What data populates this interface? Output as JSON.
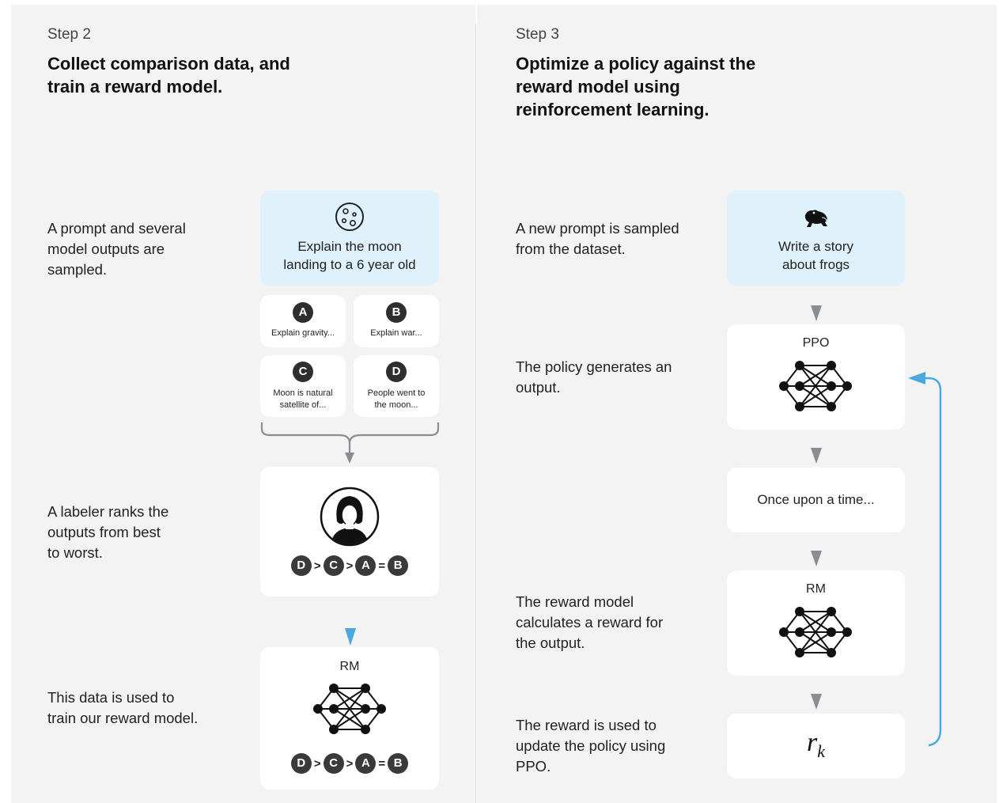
{
  "step2": {
    "label": "Step 2",
    "title_line1": "Collect comparison data, and",
    "title_line2": "train a reward model.",
    "desc1": [
      "A prompt and several",
      "model outputs are",
      "sampled."
    ],
    "desc2": [
      "A labeler ranks the",
      "outputs from best",
      "to worst."
    ],
    "desc3": [
      "This data is used to",
      "train our reward model."
    ],
    "prompt_line1": "Explain the moon",
    "prompt_line2": "landing to a 6 year old",
    "outputs": [
      {
        "letter": "A",
        "text1": "Explain gravity...",
        "text2": ""
      },
      {
        "letter": "B",
        "text1": "Explain war...",
        "text2": ""
      },
      {
        "letter": "C",
        "text1": "Moon is natural",
        "text2": "satellite of..."
      },
      {
        "letter": "D",
        "text1": "People went to",
        "text2": "the moon..."
      }
    ],
    "ranking": [
      "D",
      ">",
      "C",
      ">",
      "A",
      "=",
      "B"
    ],
    "rm_label": "RM"
  },
  "step3": {
    "label": "Step 3",
    "title_line1": "Optimize a policy against the",
    "title_line2": "reward model using",
    "title_line3": "reinforcement learning.",
    "desc1": [
      "A new prompt is sampled",
      "from the dataset."
    ],
    "desc2": [
      "The policy generates an",
      "output."
    ],
    "desc3": [
      "The reward model",
      "calculates a reward for",
      "the output."
    ],
    "desc4": [
      "The reward is used to",
      "update the policy using",
      "PPO."
    ],
    "prompt_line1": "Write a story",
    "prompt_line2": "about frogs",
    "ppo_label": "PPO",
    "output_text": "Once upon a time...",
    "rm_label": "RM",
    "reward_symbol": "r",
    "reward_subscript": "k"
  },
  "colors": {
    "accent_blue": "#4aa8e0",
    "arrow_gray": "#8a8d92",
    "card_blue": "#dff1fa"
  },
  "icons": [
    "moon-icon",
    "frog-icon",
    "labeler-avatar-icon",
    "neural-network-icon"
  ]
}
